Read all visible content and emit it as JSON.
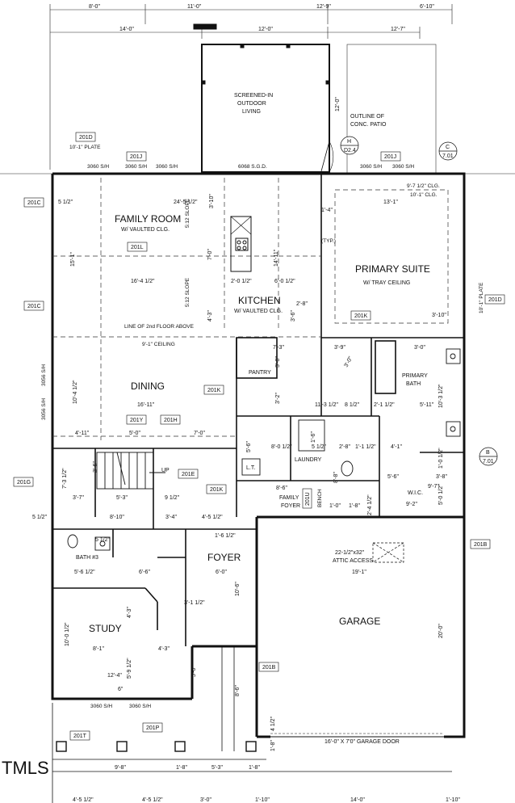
{
  "top_dims": {
    "row1": [
      "8'-0\"",
      "11'-0\"",
      "12'-9\"",
      "6'-10\""
    ],
    "row2": [
      "14'-0\"",
      "12'-0\"",
      "12'-7\""
    ],
    "bottom1": [
      "9'-8\"",
      "1'-8\"",
      "5'-3\"",
      "1'-8\"",
      "16'-0\" X 7'0\" GARAGE DOOR"
    ],
    "bottom2": [
      "4'-5 1/2\"",
      "4'-5 1/2\"",
      "3'-0\"",
      "1'-10\"",
      "14'-0\"",
      "1'-10\""
    ]
  },
  "windows": {
    "rear1": "3060 S/H",
    "rear2": "3060 S/H",
    "rear3": "3060 S/H",
    "slider": "6068 S.G.D.",
    "suite1": "3060 S/H",
    "suite2": "3060 S/H",
    "side1": "3056 S/H",
    "side2": "3056 S/H",
    "study1": "3060 S/H",
    "study2": "3060 S/H"
  },
  "rooms": {
    "screened": [
      "SCREENED-IN",
      "OUTDOOR",
      "LIVING"
    ],
    "patio": [
      "OUTLINE OF",
      "CONC. PATIO"
    ],
    "family_room": "FAMILY ROOM",
    "family_room_sub": "W/ VAULTED CLG.",
    "kitchen": "KITCHEN",
    "kitchen_sub": "W/ VAULTED CLG.",
    "primary_suite": "PRIMARY SUITE",
    "primary_suite_sub": "W/ TRAY CEILING",
    "dining": "DINING",
    "pantry": "PANTRY",
    "laundry": "LAUNDRY",
    "primary_bath": [
      "PRIMARY",
      "BATH"
    ],
    "wic": "W.I.C.",
    "family_foyer": [
      "FAMILY",
      "FOYER"
    ],
    "lt": "L.T.",
    "bath3": "BATH #3",
    "foyer": "FOYER",
    "study": "STUDY",
    "garage": "GARAGE",
    "attic": [
      "22-1/2\"x32\"",
      "ATTIC ACCESS"
    ],
    "bench": "BENCH"
  },
  "notes": {
    "plate_left": "10'-1\" PLATE",
    "plate_right": "10'-1\" PLATE",
    "floor_above": "LINE OF 2nd FLOOR ABOVE",
    "ceiling": "9'-1\" CEILING",
    "clg_a": "9'-7 1/2\" CLG.",
    "clg_b": "10'-1\" CLG.",
    "slope_a": "5:12 SLOPE",
    "slope_b": "5:12 SLOPE",
    "typ": "(TYP.)",
    "up": "UP"
  },
  "tags": {
    "t201D": "201D",
    "t201J_a": "201J",
    "t201J_b": "201J",
    "t201C_a": "201C",
    "t201C_b": "201C",
    "t201L": "201L",
    "t201K_a": "201K",
    "t201K_b": "201K",
    "t201K_c": "201K",
    "t201Y": "201Y",
    "t201H": "201H",
    "t201E": "201E",
    "t201G": "201G",
    "t201D_r": "201D",
    "t201B_a": "201B",
    "t201B_b": "201B",
    "t201T": "201T",
    "t201P": "201P",
    "t201U": "201U",
    "callout_h": "H",
    "callout_h_sub": "D2.4",
    "callout_c": "C",
    "callout_c_sub": "7.01",
    "callout_b": "B",
    "callout_b_sub": "7.01"
  },
  "dims": {
    "d1": "5 1/2\"",
    "d2": "24'-5 1/2\"",
    "d3": "3'-10\"",
    "d4": "15'-1\"",
    "d5": "7'-0\"",
    "d6": "16'-4 1/2\"",
    "d7": "2'-0 1/2\"",
    "d8": "6'-0 1/2\"",
    "d9": "14'-11\"",
    "d10": "1'-4\"",
    "d11": "13'-1\"",
    "d12": "4'-3\"",
    "d13": "2'-8\"",
    "d14": "3'-10\"",
    "d15": "7'-3\"",
    "d16": "3'-8\"",
    "d17": "3'-9\"",
    "d18": "3'-0\"",
    "d19": "10'-4 1/2\"",
    "d20": "16'-11\"",
    "d21": "3'-2\"",
    "d22": "11'-3 1/2\"",
    "d23": "8 1/2\"",
    "d24": "2'-1 1/2\"",
    "d25": "5'-11\"",
    "d26": "10'-3 1/2\"",
    "d27": "4'-11\"",
    "d28": "5'-0\"",
    "d29": "7'-0\"",
    "d30": "8'-0 1/2\"",
    "d31": "5 1/2\"",
    "d32": "2'-8\"",
    "d33": "1'-1 1/2\"",
    "d34": "4'-1\"",
    "d35": "1'-0 1/2\"",
    "d36": "3'-8\"",
    "d37": "7'-3 1/2\"",
    "d38": "3'-6\"",
    "d39": "3'-7\"",
    "d40": "5'-3\"",
    "d41": "9 1/2\"",
    "d42": "8'-10\"",
    "d43": "3'-4\"",
    "d44": "4'-5 1/2\"",
    "d45": "8'-6\"",
    "d46": "5'-6\"",
    "d47": "9'-2\"",
    "d48": "5'-0 1/2\"",
    "d49": "1'-6 1/2\"",
    "d50": "5 1/2\"",
    "d51": "5'-6 1/2\"",
    "d52": "6'-6\"",
    "d53": "6'-0\"",
    "d54": "19'-1\"",
    "d55": "10'-6\"",
    "d56": "3'-1 1/2\"",
    "d57": "4'-3\"",
    "d58": "8'-1\"",
    "d59": "4'-3\"",
    "d60": "12'-4\"",
    "d61": "5'-9 1/2\"",
    "d62": "5'-0\"",
    "d63": "8'-6\"",
    "d64": "20'-0\"",
    "d65": "10'-0 1/2\"",
    "d66": "9'-7\"",
    "d67": "5 1/2\"",
    "d68": "1'-0\"",
    "d69": "1'-8\"",
    "d70": "2'-4 1/2\"",
    "d71": "4 1/2\"",
    "d72": "1'-8\"",
    "d73": "12'-0\"",
    "d74": "8'-8\"",
    "d75": "3'-0\"",
    "d76": "6\"",
    "d77": "1'-6\"",
    "d78": "3'-6\"",
    "d79": "5'-6\""
  },
  "watermark": "TMLS"
}
